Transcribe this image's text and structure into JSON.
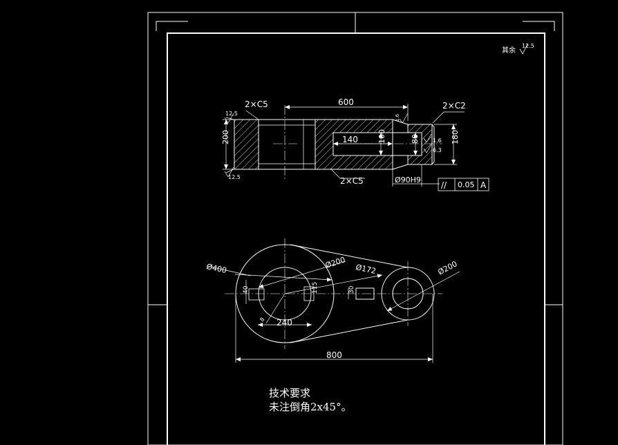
{
  "drawing": {
    "roughness_note": {
      "prefix": "其余",
      "value": "12.5"
    },
    "section_view": {
      "top_left_chamfer": "2×C5",
      "overall_length": "600",
      "right_chamfer": "2×C2",
      "roughness_top_left": "12.5",
      "roughness_bottom_left": "12.5",
      "height_left": "200",
      "bore_depth": "140",
      "bore_height": "100",
      "inner_dia": "80",
      "height_right": "180",
      "roughness_right_top": "1.6",
      "roughness_right_bottom": "6.3",
      "roughness_small": "1.6",
      "bottom_chamfer": "2×C5",
      "fit_dim": "Ø90H9",
      "tolerance": {
        "symbol": "//",
        "value": "0.05",
        "datum": "A"
      }
    },
    "plan_view": {
      "big_outer_dia": "Ø400",
      "big_inner_dia": "Ø200",
      "small_inner_dia": "Ø172",
      "small_outer_dia": "Ø200",
      "keyway_width": "40",
      "keyway_depth": "115",
      "small_keyway": "30",
      "hole_dim": "240",
      "center_distance": "800",
      "small_hole": "8"
    },
    "technical_requirements": {
      "title": "技术要求",
      "line1": "未注倒角2x45°。"
    }
  }
}
